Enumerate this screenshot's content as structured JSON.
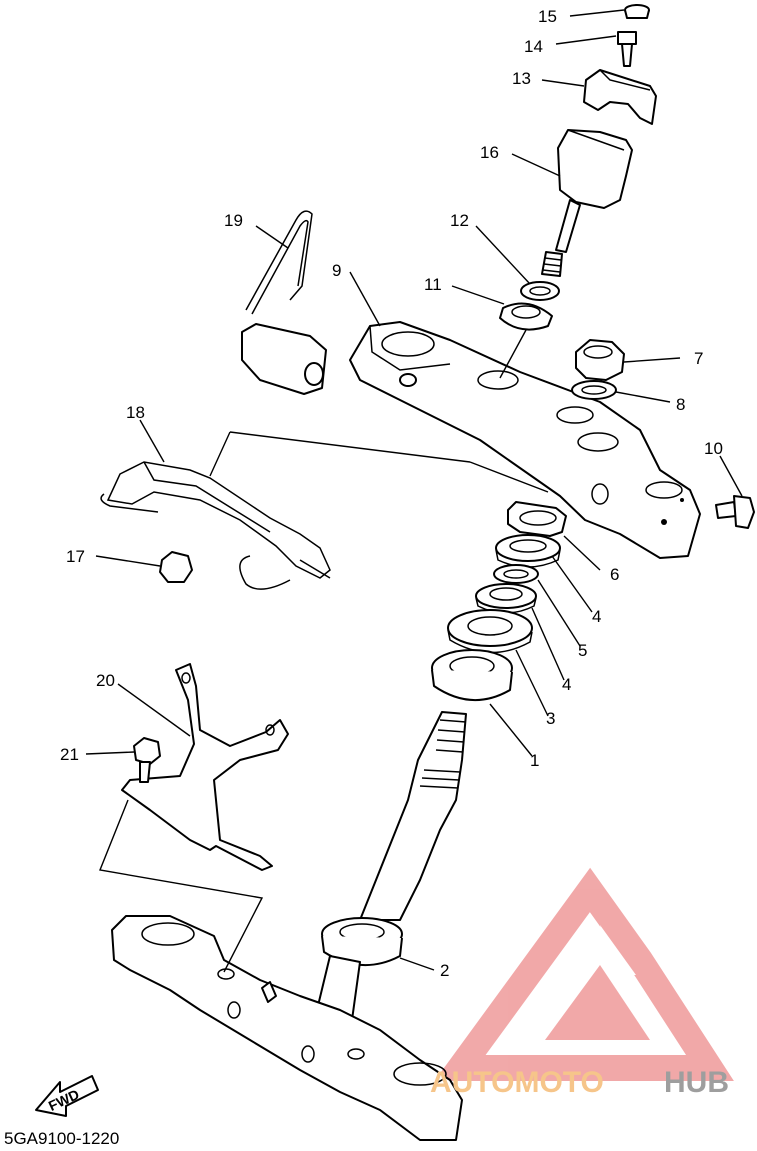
{
  "diagram": {
    "code": "5GA9100-1220",
    "fwd_label": "FWD",
    "watermark": {
      "part1": "AUTOMOTO",
      "part2": "HUB",
      "color_logo": "#ef9a9a",
      "color_text1": "#f6c58a",
      "color_text2": "#9e9e9e"
    },
    "callouts": {
      "c1": "1",
      "c2": "2",
      "c3": "3",
      "c4a": "4",
      "c4b": "4",
      "c5": "5",
      "c6": "6",
      "c7": "7",
      "c8": "8",
      "c9": "9",
      "c10": "10",
      "c11": "11",
      "c12": "12",
      "c13": "13",
      "c14": "14",
      "c15": "15",
      "c16": "16",
      "c17": "17",
      "c18": "18",
      "c19": "19",
      "c20": "20",
      "c21": "21"
    }
  }
}
